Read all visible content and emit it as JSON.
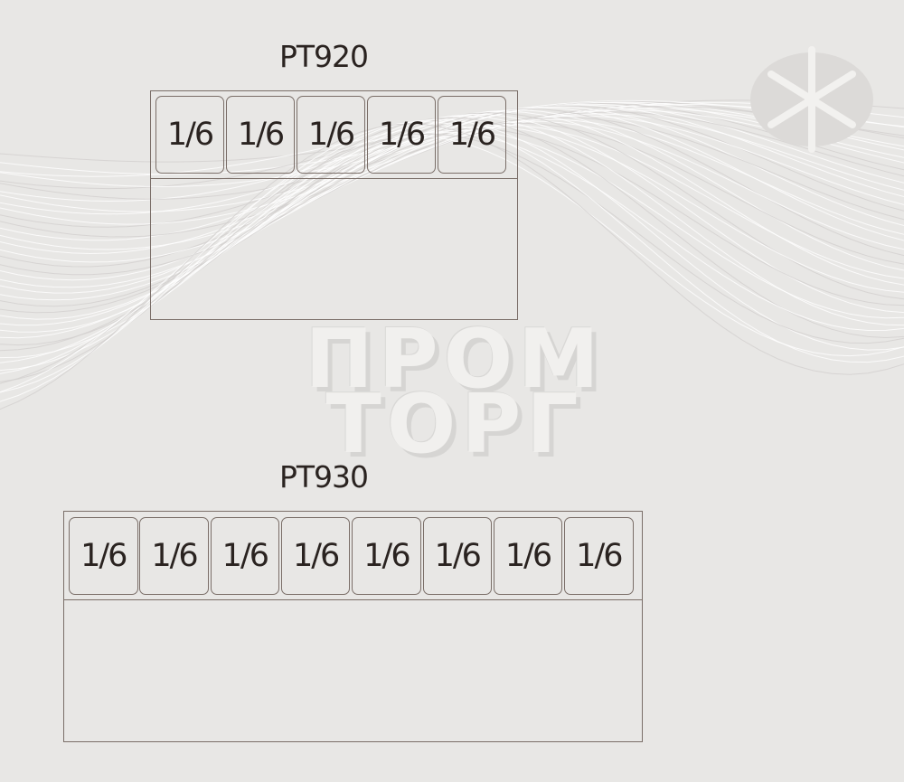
{
  "diagrams": [
    {
      "title": "PT920",
      "pans": [
        "1/6",
        "1/6",
        "1/6",
        "1/6",
        "1/6"
      ]
    },
    {
      "title": "PT930",
      "pans": [
        "1/6",
        "1/6",
        "1/6",
        "1/6",
        "1/6",
        "1/6",
        "1/6",
        "1/6"
      ]
    }
  ],
  "watermark": {
    "line1": "ПРОМ",
    "line2": "ТОРГ"
  },
  "colors": {
    "background": "#e8e7e5",
    "line": "#7a6e68",
    "text": "#2a2320"
  }
}
